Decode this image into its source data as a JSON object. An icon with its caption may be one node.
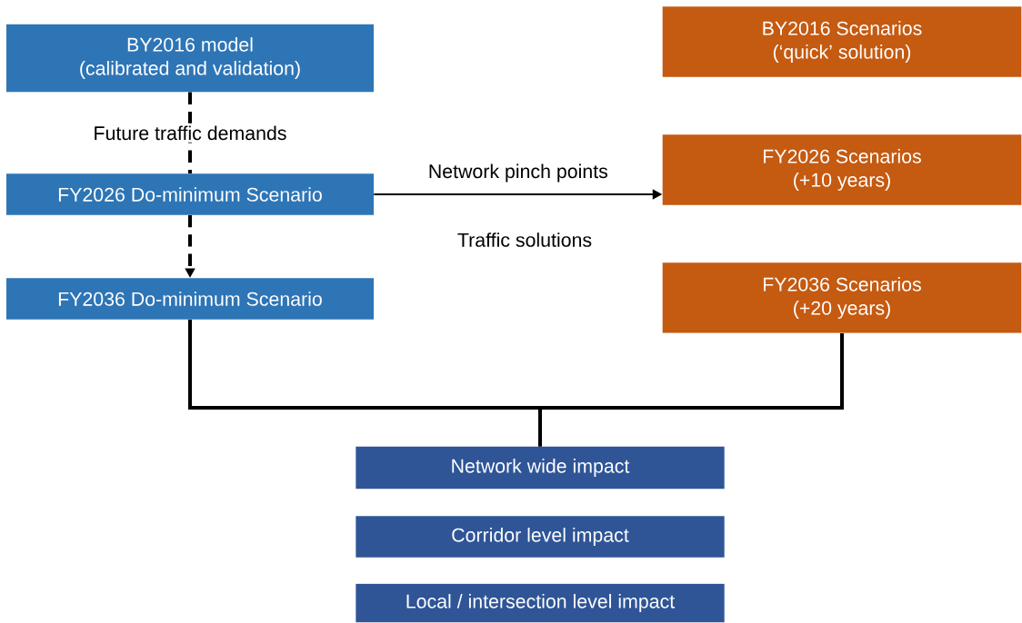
{
  "diagram": {
    "nodes": [
      {
        "text": [
          "BY2016 model",
          "(calibrated and validation)"
        ]
      },
      {
        "text": [
          "FY2026 Do-minimum Scenario"
        ]
      },
      {
        "text": [
          "FY2036 Do-minimum Scenario"
        ]
      },
      {
        "text": [
          "BY2016 Scenarios",
          "(‘quick’ solution)"
        ]
      },
      {
        "text": [
          "FY2026 Scenarios",
          "(+10 years)"
        ]
      },
      {
        "text": [
          "FY2036 Scenarios",
          "(+20 years)"
        ]
      },
      {
        "text": [
          "Network wide impact"
        ]
      },
      {
        "text": [
          "Corridor level impact"
        ]
      },
      {
        "text": [
          "Local / intersection level  impact"
        ]
      }
    ],
    "edges": [
      {
        "from": 0,
        "to": 1,
        "arrow": "none",
        "style": "dashed",
        "label": "Future traffic demands"
      },
      {
        "from": 1,
        "to": 2,
        "arrow": "to",
        "style": "dashed"
      },
      {
        "from": 1,
        "to": 4,
        "arrow": "to",
        "label": "Network pinch points"
      },
      {
        "from": 2,
        "to": 6,
        "arrow": "none"
      },
      {
        "from": 5,
        "to": 6,
        "arrow": "none"
      }
    ],
    "labels": [
      "Traffic solutions"
    ]
  }
}
